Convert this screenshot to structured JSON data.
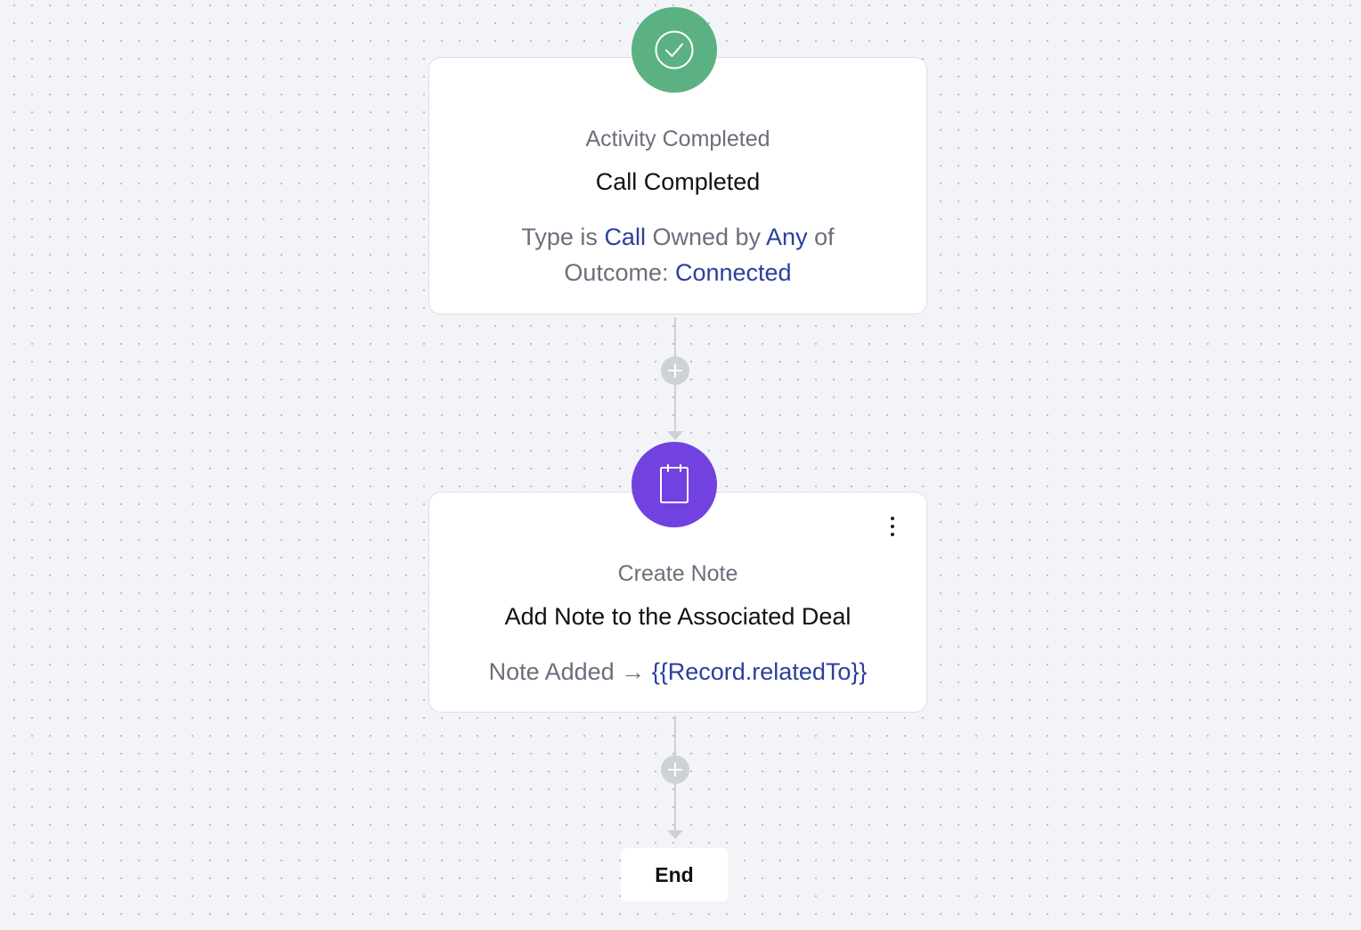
{
  "workflow": {
    "trigger": {
      "icon": "check-circle-icon",
      "color": "#5bb182",
      "category": "Activity Completed",
      "title": "Call Completed",
      "detail": {
        "type_prefix": "Type is ",
        "type_value": "Call",
        "owner_prefix": " Owned by ",
        "owner_value": "Any",
        "of_text": " of",
        "outcome_prefix": "Outcome: ",
        "outcome_value": "Connected"
      }
    },
    "action": {
      "icon": "note-icon",
      "color": "#7142e0",
      "category": "Create Note",
      "title": "Add Note to the Associated Deal",
      "detail": {
        "prefix": "Note Added ",
        "arrow": "→",
        "value": "{{Record.relatedTo}}"
      }
    },
    "end_label": "End",
    "highlight_color": "#2a3f9d"
  }
}
